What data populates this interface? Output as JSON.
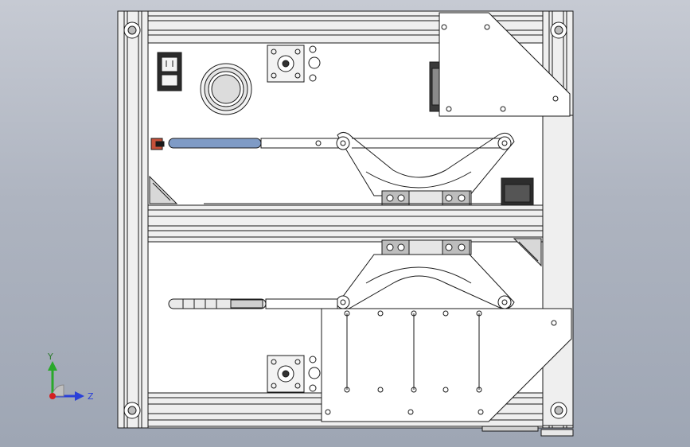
{
  "app": {
    "view": "cad-assembly-front-view"
  },
  "triad": {
    "y_label": "Y",
    "z_label": "Z",
    "colors": {
      "y": "#2aa82a",
      "z": "#2a40d8",
      "x": "#d42020"
    }
  },
  "colors": {
    "background_top": "#c6cad3",
    "background_bottom": "#9ea6b4",
    "part_fill": "#ffffff",
    "line": "#1a1a1a",
    "extrusion": "#e9e9e9",
    "shade": "#7d7d7d"
  }
}
